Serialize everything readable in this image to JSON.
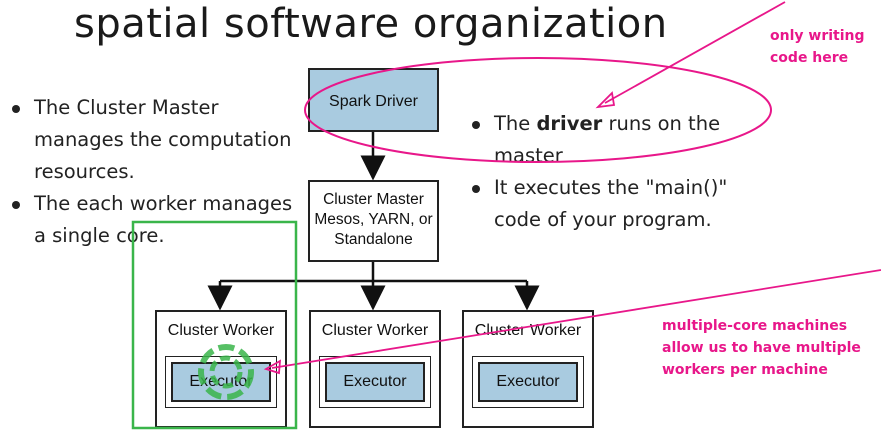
{
  "title": "spatial software organization",
  "left_bullets": [
    "The Cluster Master manages the computation resources.",
    "The each worker manages a single core."
  ],
  "right_bullets": {
    "b1_prefix": "The ",
    "b1_bold": "driver",
    "b1_suffix": " runs on the master",
    "b2": "It executes the \"main()\" code of your program."
  },
  "diagram": {
    "driver": "Spark Driver",
    "master_lines": [
      "Cluster Master",
      "Mesos, YARN, or",
      "Standalone"
    ],
    "workers": [
      {
        "label": "Cluster Worker",
        "executor": "Executor"
      },
      {
        "label": "Cluster Worker",
        "executor": "Executor"
      },
      {
        "label": "Cluster Worker",
        "executor": "Executor"
      }
    ]
  },
  "annotations": {
    "top": [
      "only writing",
      "code here"
    ],
    "bottom": [
      "multiple-core machines",
      "allow us to have multiple",
      "workers per machine"
    ]
  },
  "colors": {
    "annotation": "#e8178a",
    "highlight": "#3ab54a",
    "box_fill": "#a9cbe0"
  }
}
